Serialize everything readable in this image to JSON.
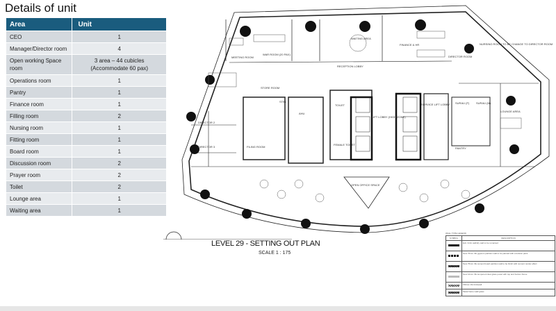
{
  "title": "Details of unit",
  "table": {
    "headers": [
      "Area",
      "Unit"
    ],
    "rows": [
      {
        "area": "CEO",
        "unit": "1"
      },
      {
        "area": "Manager/Director room",
        "unit": "4"
      },
      {
        "area": "Open working Space room",
        "unit": "3 area – 44 cubicles (Accommodate 60 pax)"
      },
      {
        "area": "Operations room",
        "unit": "1"
      },
      {
        "area": "Pantry",
        "unit": "1"
      },
      {
        "area": "Finance room",
        "unit": "1"
      },
      {
        "area": "Filling room",
        "unit": "2"
      },
      {
        "area": "Nursing  room",
        "unit": "1"
      },
      {
        "area": "Fitting room",
        "unit": "1"
      },
      {
        "area": "Board room",
        "unit": "1"
      },
      {
        "area": "Discussion room",
        "unit": "2"
      },
      {
        "area": "Prayer room",
        "unit": "2"
      },
      {
        "area": "Toilet",
        "unit": "2"
      },
      {
        "area": "Lounge area",
        "unit": "1"
      },
      {
        "area": "Waiting area",
        "unit": "1"
      }
    ]
  },
  "plan": {
    "title": "LEVEL 29 - SETTING OUT PLAN",
    "scale": "SCALE   1 : 175",
    "labels": {
      "war_room": "WAR ROOM (20 PAX)",
      "meeting": "MEETING ROOM",
      "waiting": "WAITING AREA",
      "reception": "RECEPTION LOBBY",
      "finance": "FINANCE & HR",
      "director": "DIRECTOR ROOM",
      "nursing_note": "NURSING ROOM TO BE CHANGE TO DIRECTOR ROOM",
      "store": "STORE ROOM",
      "stb": "STB1",
      "ahu": "AHU",
      "toilet": "TOILET",
      "female_toilet": "FEMALE TOILET",
      "lift_lobby": "LIFT LOBBY (HIGH ZONE)",
      "service_lobby": "SERVICE LIFT LOBBY",
      "filing": "FILING ROOM",
      "director2": "DIRECTOR 2",
      "director3": "DIRECTOR 3",
      "lounge": "LOUNGE AREA",
      "pantry": "PANTRY",
      "open_office": "OPEN OFFICE SPACE",
      "surau1": "SURAU (F)",
      "surau2": "SURAU (M)"
    }
  },
  "legend": {
    "title": "WALL TYPE LEGEND",
    "headers": [
      "SYMBOL",
      "DESCRIPTION"
    ],
    "rows": [
      "Exit. brick wall/dry wall to be remained",
      "New 75mm thk gypsum partition wall to be painted with emulsion paint",
      "New 75mm thk cement board partition wall to be finish with cement render effect",
      "New 12mm thk tempered clear glass panel with top and bottom frame",
      "150mm thk brickwall",
      "Metal frame wall/ glass"
    ]
  }
}
